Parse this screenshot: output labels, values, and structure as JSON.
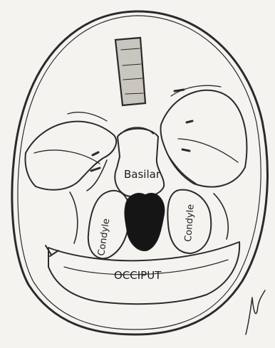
{
  "diagram": {
    "labels": {
      "basilar": "Basilar",
      "condyle_left": "Condyle",
      "condyle_right": "Condyle",
      "occiput": "OCCIPUT"
    },
    "colors": {
      "paper": "#f4f3f0",
      "ink": "#2a2a2a",
      "foramen_fill": "#151515",
      "block_fill": "#c9c6bf"
    }
  }
}
